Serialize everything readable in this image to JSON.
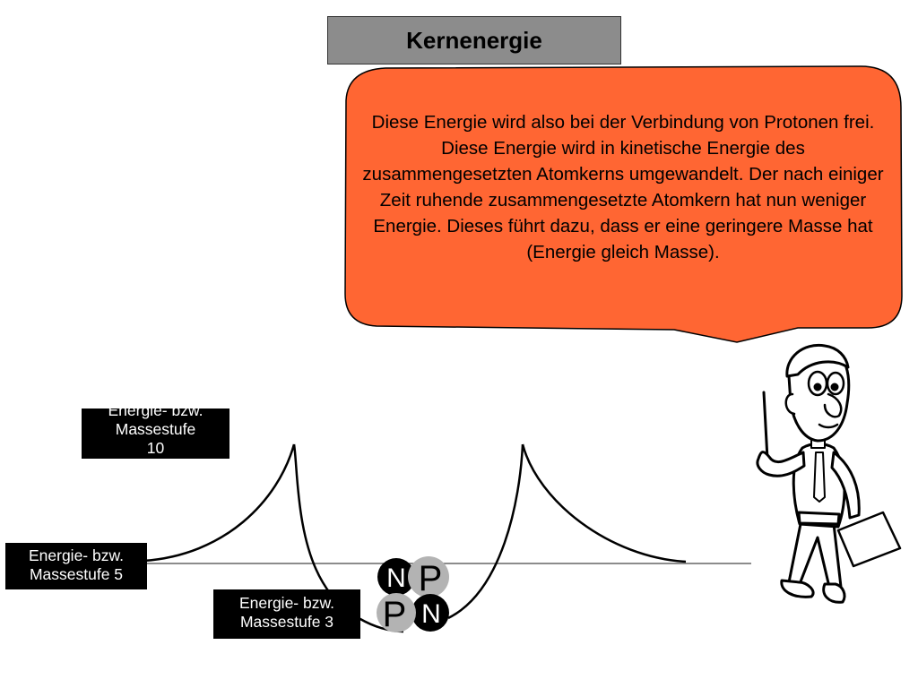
{
  "title": "Kernenergie",
  "speech_bubble": {
    "text": "Diese Energie wird also bei der Verbindung von Protonen frei. Diese Energie wird in kinetische Energie des zusammengesetzten Atomkerns umgewandelt. Der nach einiger Zeit ruhende zusammengesetzte Atomkern hat nun weniger Energie. Dieses führt dazu, dass er eine geringere Masse hat (Energie gleich Masse)."
  },
  "levels": {
    "level10": {
      "line1": "Energie- bzw.",
      "line2": "Massestufe",
      "line3": "10"
    },
    "level5": {
      "line1": "Energie- bzw.",
      "line2": "Massestufe 5"
    },
    "level3": {
      "line1": "Energie- bzw.",
      "line2": "Massestufe 3"
    }
  },
  "particles": {
    "neutron_top": "N",
    "proton_top": "P",
    "proton_bottom": "P",
    "neutron_bottom": "N"
  },
  "colors": {
    "title_bg": "#8c8c8c",
    "bubble": "#ff6633",
    "label_bg": "#000000",
    "neutron": "#000000",
    "proton": "#b3b3b3"
  }
}
